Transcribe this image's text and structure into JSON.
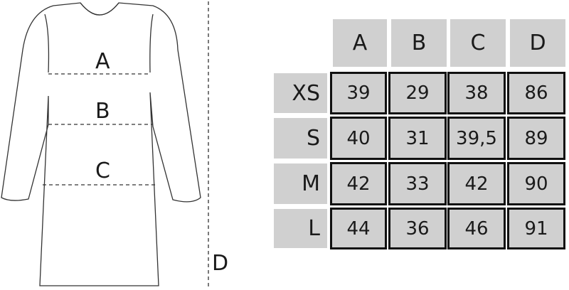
{
  "diagram": {
    "labels": {
      "a": "A",
      "b": "B",
      "c": "C",
      "d": "D"
    }
  },
  "table": {
    "columns": [
      "A",
      "B",
      "C",
      "D"
    ],
    "rows": [
      {
        "size": "XS",
        "values": [
          "39",
          "29",
          "38",
          "86"
        ]
      },
      {
        "size": "S",
        "values": [
          "40",
          "31",
          "39,5",
          "89"
        ]
      },
      {
        "size": "M",
        "values": [
          "42",
          "33",
          "42",
          "90"
        ]
      },
      {
        "size": "L",
        "values": [
          "44",
          "36",
          "46",
          "91"
        ]
      }
    ]
  },
  "colors": {
    "cell_fill": "#d0d0d0",
    "border": "#111111",
    "line": "#333333"
  }
}
